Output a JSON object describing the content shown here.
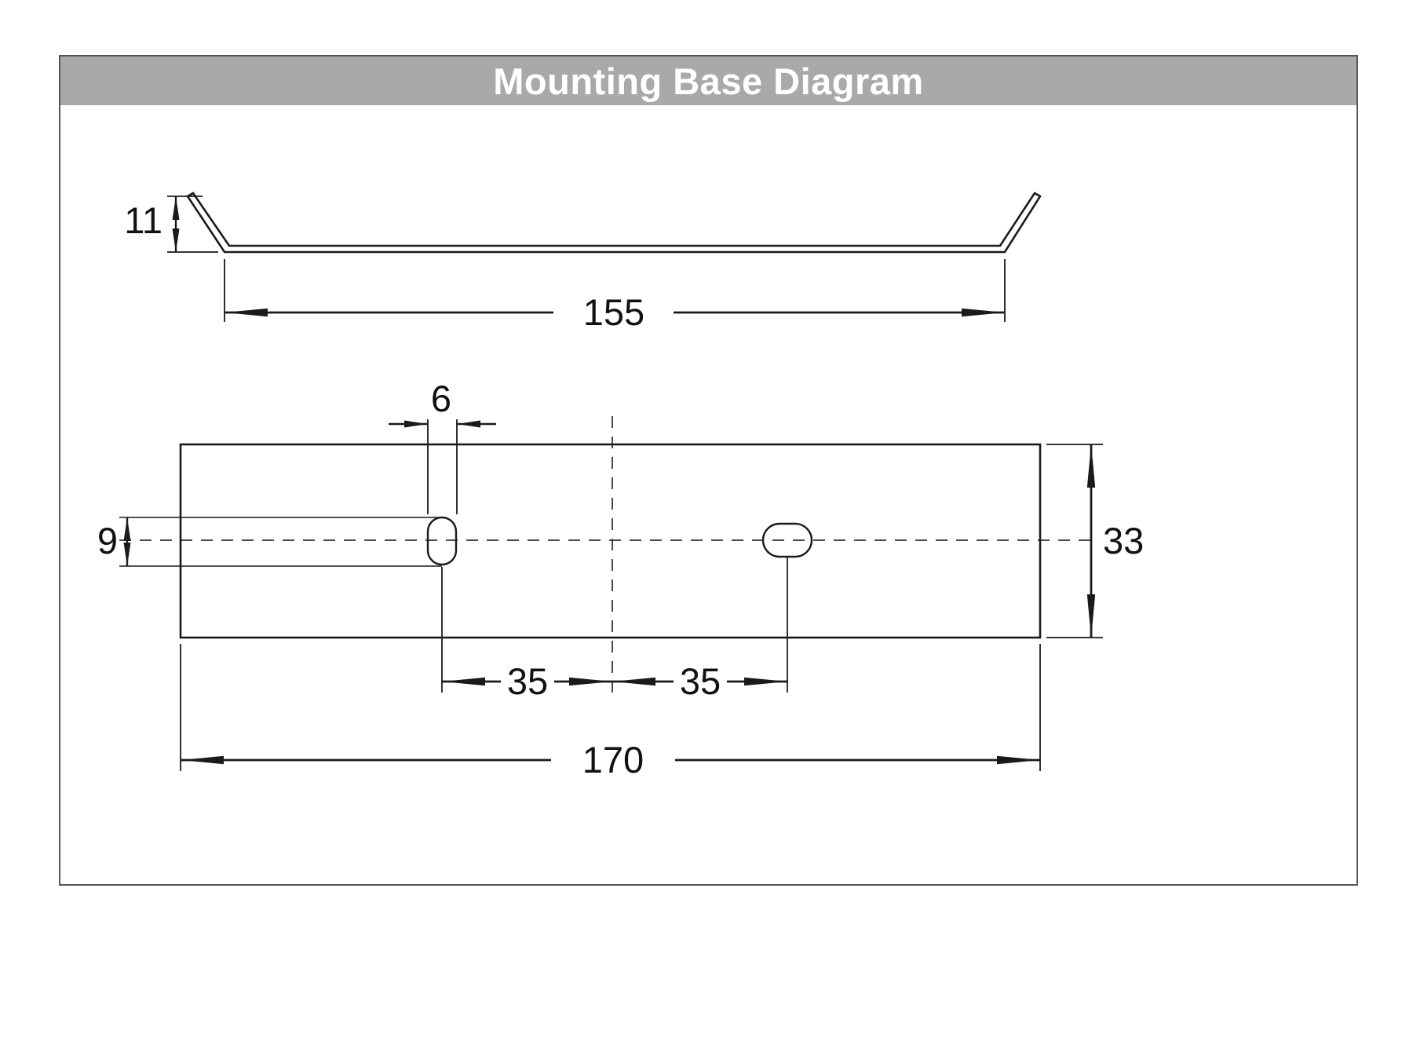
{
  "title": "Mounting Base Diagram",
  "colors": {
    "title_bar": "#a9a9a9",
    "title_text": "#ffffff",
    "line_color": "#1a1a1a",
    "frame_border": "#555555"
  },
  "side_profile_view": {
    "flange_height": "11",
    "inner_width": "155"
  },
  "plan_view": {
    "slot_width": "6",
    "slot_length": "9",
    "base_depth": "33",
    "left_slot_to_center": "35",
    "center_to_right_slot": "35",
    "overall_length": "170"
  }
}
